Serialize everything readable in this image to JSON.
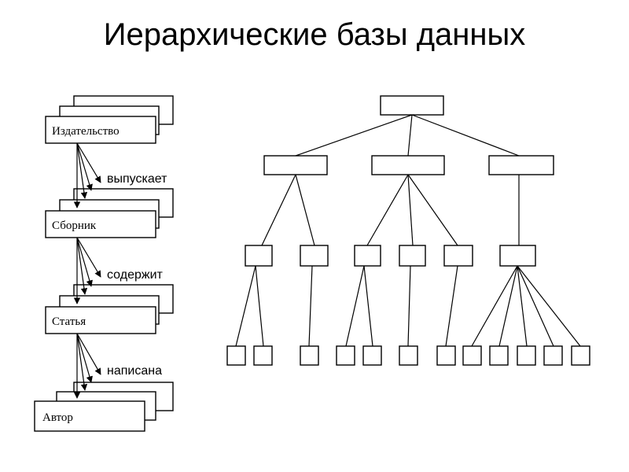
{
  "title": "Иерархические базы данных",
  "chain": {
    "entities": [
      "Издательство",
      "Сборник",
      "Статья",
      "Автор"
    ],
    "relations": [
      "выпускает",
      "содержит",
      "написана"
    ]
  },
  "tree": {
    "levels": [
      1,
      3,
      6,
      12
    ]
  }
}
